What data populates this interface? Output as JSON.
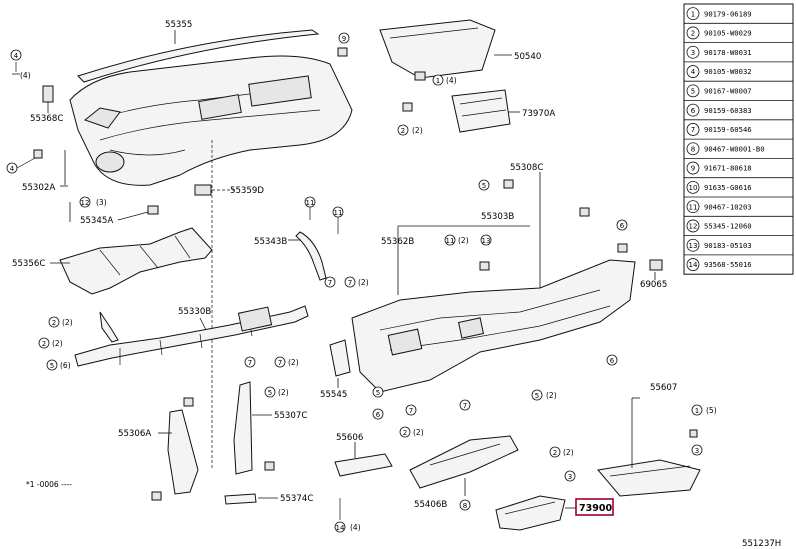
{
  "labels": {
    "l55355": "55355",
    "l50540": "50540",
    "l73970A": "73970A",
    "l55368C": "55368C",
    "l55302A": "55302A",
    "l55345A": "55345A",
    "l55359D": "55359D",
    "l55356C": "55356C",
    "l55343B": "55343B",
    "l55362B": "55362B",
    "l55303B": "55303B",
    "l55308C": "55308C",
    "l69065": "69065",
    "l55330B": "55330B",
    "l55545": "55545",
    "l55307C": "55307C",
    "l55306A": "55306A",
    "l55374C": "55374C",
    "l55606": "55606",
    "l55406B": "55406B",
    "l55607": "55607",
    "l73900": "73900",
    "note": "*1 -0006 ----",
    "code": "551237H"
  },
  "qty": {
    "q2": "(2)",
    "q3": "(3)",
    "q4": "(4)",
    "q6": "(6)",
    "q5": "(5)"
  },
  "table": [
    {
      "n": "1",
      "part": "90179-06189"
    },
    {
      "n": "2",
      "part": "90105-W0029"
    },
    {
      "n": "3",
      "part": "90178-W0031"
    },
    {
      "n": "4",
      "part": "90105-W0032"
    },
    {
      "n": "5",
      "part": "90167-W0007"
    },
    {
      "n": "6",
      "part": "90159-60383"
    },
    {
      "n": "7",
      "part": "90159-60546"
    },
    {
      "n": "8",
      "part": "90467-W0001-B0"
    },
    {
      "n": "9",
      "part": "91671-80618"
    },
    {
      "n": "10",
      "part": "91635-G0616"
    },
    {
      "n": "11",
      "part": "90467-10203"
    },
    {
      "n": "12",
      "part": "55345-12060"
    },
    {
      "n": "13",
      "part": "90183-05103"
    },
    {
      "n": "14",
      "part": "93568-55016"
    }
  ]
}
